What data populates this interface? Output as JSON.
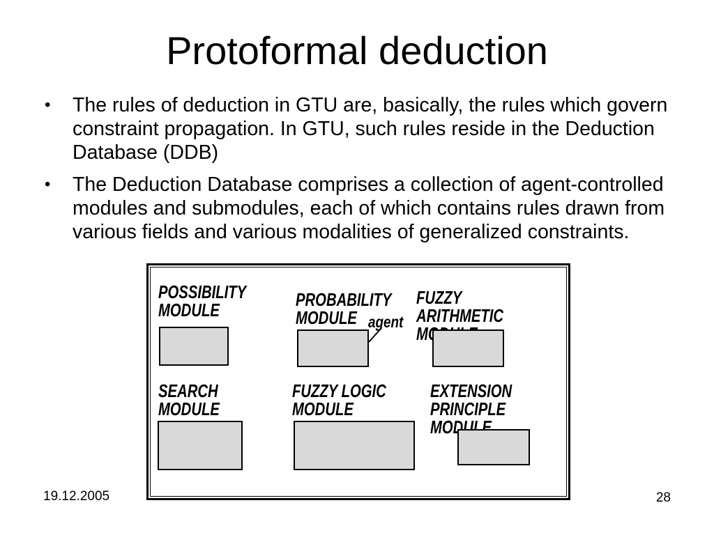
{
  "slide": {
    "title": "Protoformal deduction",
    "bullet_char": "•",
    "bullets": [
      {
        "lines": [
          "The rules of deduction in GTU are, basically, the rules which govern",
          "constraint propagation. In GTU, such rules reside in the Deduction",
          "Database (DDB)"
        ]
      },
      {
        "lines": [
          "The Deduction Database comprises a collection of agent-controlled",
          "modules and submodules, each of which contains rules drawn from",
          "various fields and various modalities of generalized constraints."
        ]
      }
    ],
    "footer": {
      "date": "19.12.2005",
      "page_number": "28"
    }
  },
  "diagram": {
    "annotation": "agent",
    "modules": [
      {
        "id": "possibility",
        "label": "POSSIBILITY\nMODULE"
      },
      {
        "id": "probability",
        "label": "PROBABILITY\nMODULE"
      },
      {
        "id": "fuzzy-arithmetic",
        "label": "FUZZY ARITHMETIC\nMODULE"
      },
      {
        "id": "search",
        "label": "SEARCH\nMODULE"
      },
      {
        "id": "fuzzy-logic",
        "label": "FUZZY LOGIC\nMODULE"
      },
      {
        "id": "extension-principle",
        "label": "EXTENSION\nPRINCIPLE MODULE"
      }
    ],
    "colors": {
      "module_fill": "#d9d9d9",
      "border": "#000000",
      "background": "#ffffff"
    }
  }
}
